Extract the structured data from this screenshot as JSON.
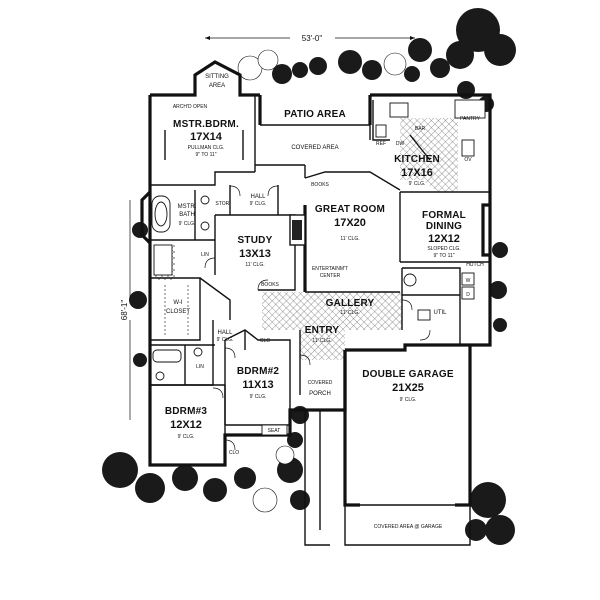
{
  "dimensions": {
    "width": "53'-0\"",
    "depth": "68'-1\""
  },
  "rooms": {
    "sitting": {
      "name": "SITTING",
      "line2": "AREA"
    },
    "master_bedroom": {
      "name": "MSTR.BDRM.",
      "size": "17X14",
      "note1": "PULLMAN CLG.",
      "note2": "9\" TO 11\"",
      "note3": "ARCH'D OPEN"
    },
    "patio": {
      "name": "PATIO AREA",
      "covered": "COVERED AREA"
    },
    "kitchen": {
      "name": "KITCHEN",
      "size": "17X16",
      "note": "9' CLG.",
      "bar": "BAR",
      "pantry": "PANTRY",
      "ov": "OV",
      "ref": "REF",
      "dw": "DW"
    },
    "hall_top": {
      "name": "HALL",
      "note": "9' CLG."
    },
    "stor": {
      "name": "STOR."
    },
    "books_top": {
      "name": "BOOKS"
    },
    "great_room": {
      "name": "GREAT ROOM",
      "size": "17X20",
      "note": "11' CLG."
    },
    "formal_dining": {
      "name": "FORMAL",
      "line2": "DINING",
      "size": "12X12",
      "note1": "SLOPED CLG.",
      "note2": "9\" TO 11\"",
      "hutch": "HUTCH"
    },
    "master_bath": {
      "name": "MSTR.",
      "line2": "BATH",
      "note": "9' CLG."
    },
    "study": {
      "name": "STUDY",
      "size": "13X13",
      "note": "11' CLG.",
      "books": "BOOKS"
    },
    "entertainment": {
      "line1": "ENTERTAINM'T",
      "line2": "CENTER"
    },
    "lin1": {
      "name": "LIN"
    },
    "wi_closet": {
      "name": "W-I",
      "line2": "CLOSET"
    },
    "gallery": {
      "name": "GALLERY",
      "note": "11' CLG."
    },
    "utility": {
      "name": "UTIL",
      "w": "W",
      "d": "D"
    },
    "hall_mid": {
      "name": "HALL",
      "note": "9' CLG."
    },
    "clo_mid": {
      "name": "CLO"
    },
    "entry": {
      "name": "ENTRY",
      "note": "11' CLG."
    },
    "lin2": {
      "name": "LIN"
    },
    "bedroom2": {
      "name": "BDRM#2",
      "size": "11X13",
      "note": "9' CLG."
    },
    "double_garage": {
      "name": "DOUBLE GARAGE",
      "size": "21X25",
      "note": "9' CLG."
    },
    "covered_porch": {
      "line1": "COVERED",
      "line2": "PORCH"
    },
    "bedroom3": {
      "name": "BDRM#3",
      "size": "12X12",
      "note": "9' CLG."
    },
    "clo_b3": {
      "name": "CLO"
    },
    "seat": {
      "name": "SEAT"
    },
    "garage_covered": {
      "name": "COVERED AREA @ GARAGE"
    }
  }
}
